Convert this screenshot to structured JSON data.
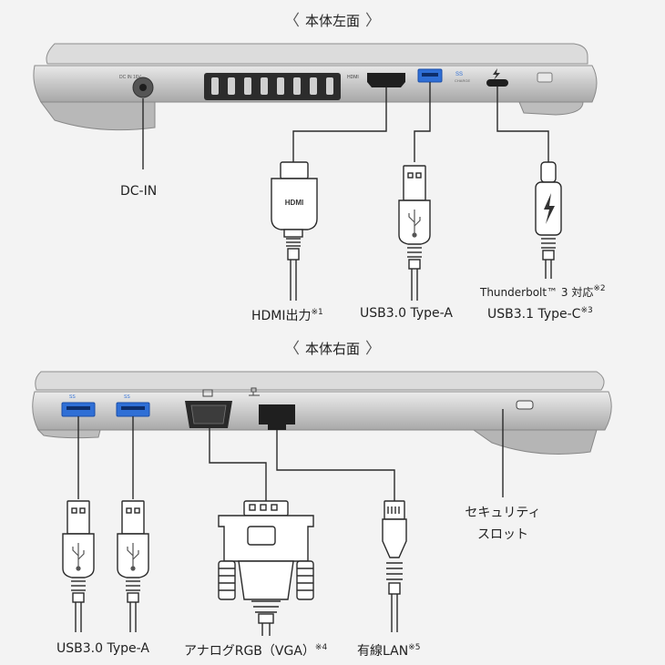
{
  "left_panel": {
    "title": "本体左面",
    "tiny_port_text": "DC IN 16V",
    "hdmi_port_text": "HDMI",
    "usb_port_text": "SS",
    "usb_charge_text": "CHARGE",
    "hdmi_plug_text": "HDMI",
    "labels": {
      "dc_in": "DC-IN",
      "hdmi": "HDMI出力",
      "hdmi_note": "※1",
      "usb_a": "USB3.0 Type-A",
      "thunderbolt": "Thunderbolt™ 3 対応",
      "thunderbolt_note": "※2",
      "usb_c": "USB3.1 Type-C",
      "usb_c_note": "※3"
    }
  },
  "right_panel": {
    "title": "本体右面",
    "labels": {
      "usb_a": "USB3.0 Type-A",
      "vga": "アナログRGB（VGA）",
      "vga_note": "※4",
      "lan": "有線LAN",
      "lan_note": "※5",
      "security_line1": "セキュリティ",
      "security_line2": "スロット"
    }
  },
  "colors": {
    "laptop_silver": "#c9c9c9",
    "port_blue": "#2f6fd6",
    "line": "#2a2a2a",
    "background": "#f3f3f3"
  },
  "icons": [
    "chevron-left-icon",
    "chevron-right-icon",
    "usb-symbol-icon",
    "thunderbolt-bolt-icon",
    "monitor-icon",
    "network-icon"
  ]
}
